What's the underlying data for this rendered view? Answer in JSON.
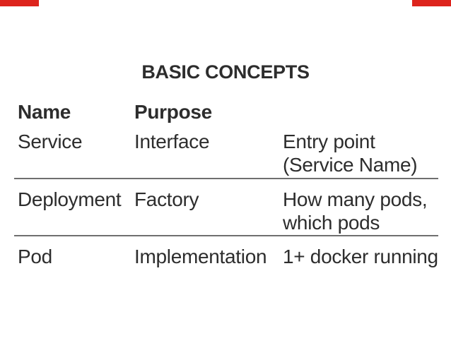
{
  "slide": {
    "title": "BASIC CONCEPTS",
    "accent_red": "#dd241d",
    "text_color": "#2d2d2d",
    "divider_color": "#6f6f6f"
  },
  "table": {
    "headers": [
      "Name",
      "Purpose",
      ""
    ],
    "rows": [
      {
        "name": "Service",
        "purpose": "Interface",
        "note": "Entry point\n(Service Name)"
      },
      {
        "name": "Deployment",
        "purpose": "Factory",
        "note": "How many pods,\nwhich pods"
      },
      {
        "name": "Pod",
        "purpose": "Implementation",
        "note": "1+ docker running"
      }
    ]
  }
}
